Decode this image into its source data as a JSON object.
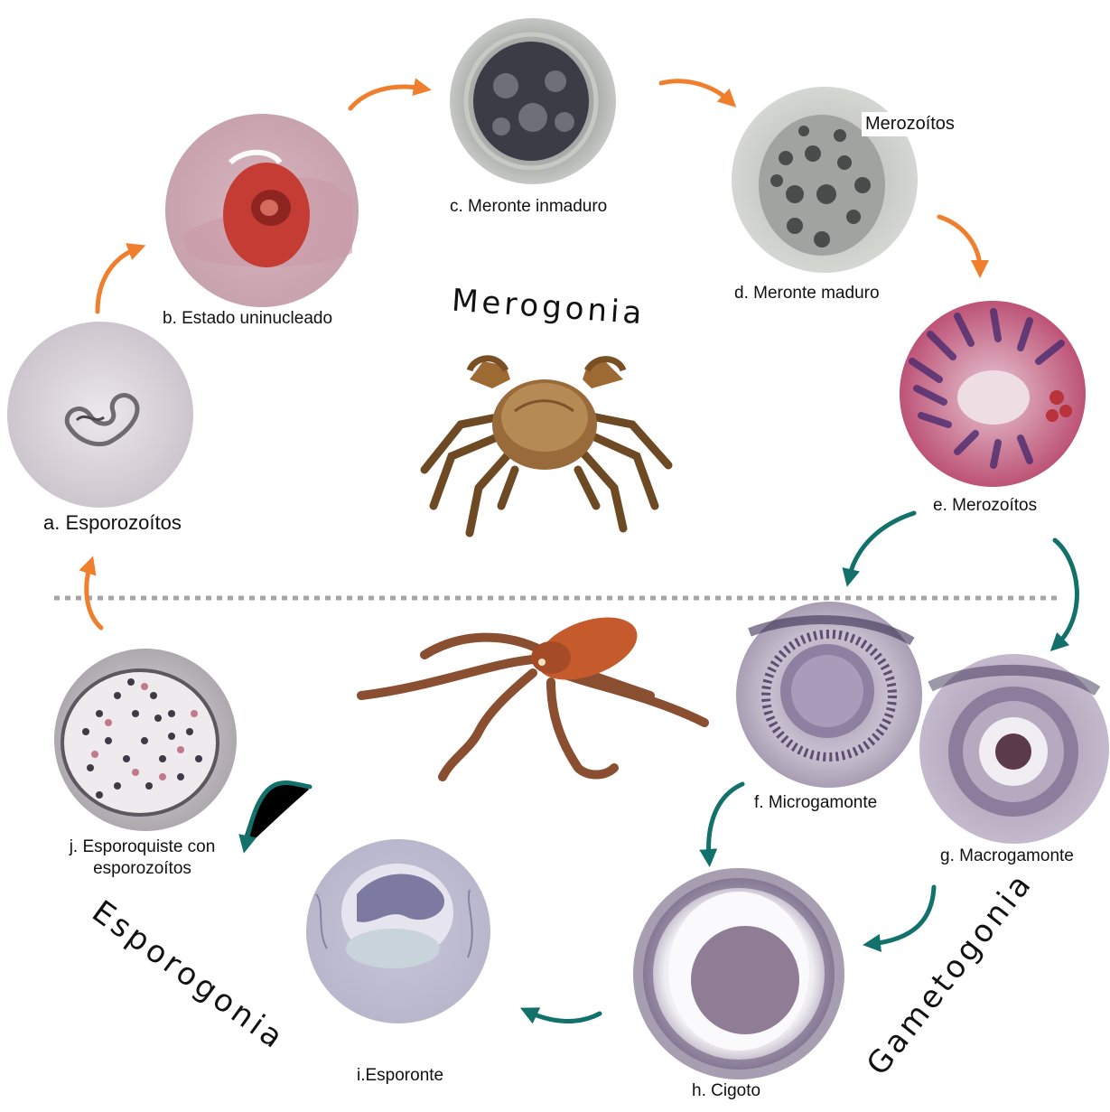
{
  "stages": {
    "a": "a. Esporozoítos",
    "b": "b. Estado uninucleado",
    "c": "c. Meronte inmaduro",
    "d": "d. Meronte maduro",
    "d_callout": "Merozoítos",
    "e": "e. Merozoítos",
    "f": "f. Microgamonte",
    "g": "g. Macrogamonte",
    "h": "h. Cigoto",
    "i": "i.Esporonte",
    "j": "j. Esporoquiste con esporozoítos"
  },
  "phases": {
    "merogonia": "Merogonia",
    "gametogonia": "Gametogonia",
    "esporogonia": "Esporogonia"
  },
  "colors": {
    "orange_arrow": "#ef7f2c",
    "teal_arrow": "#12716a",
    "divider": "#a6a6a6"
  },
  "hosts": [
    "crab",
    "octopus"
  ]
}
